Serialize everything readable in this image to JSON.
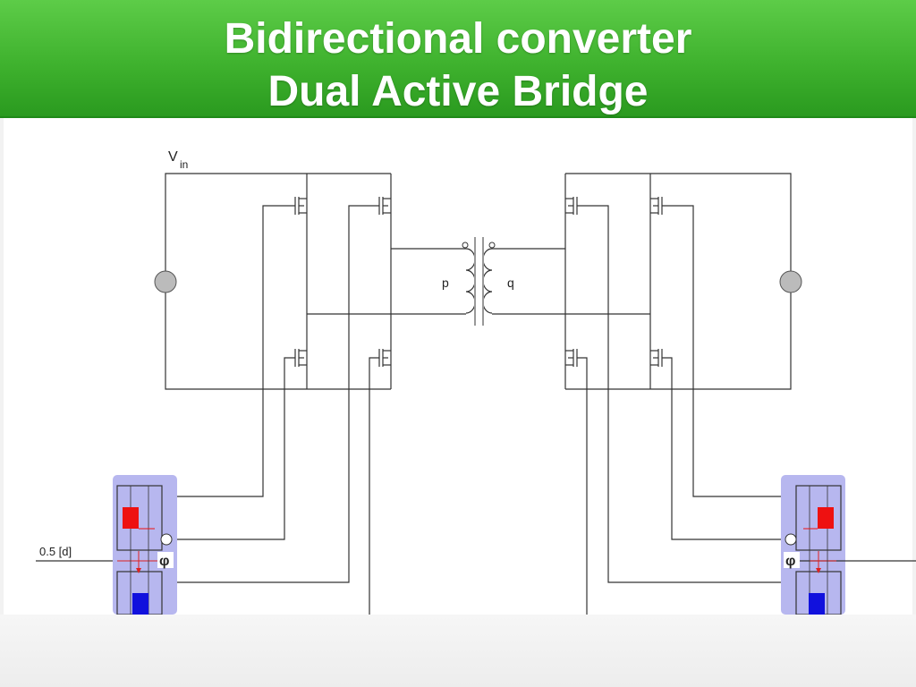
{
  "slide": {
    "title_line1": "Bidirectional converter",
    "title_line2": "Dual Active Bridge"
  },
  "diagram": {
    "vin_label": "V",
    "vin_subscript": "in",
    "primary_label": "p",
    "secondary_label": "q",
    "duty_label": "0.5 [d]",
    "phase_symbol": "φ"
  },
  "colors": {
    "header_green": "#3fb22e",
    "wire": "#333333",
    "control_block": "#b7b7ef",
    "pulse_red": "#ee1111",
    "pulse_blue": "#1111dd",
    "source_gray": "#bbbbbb"
  }
}
